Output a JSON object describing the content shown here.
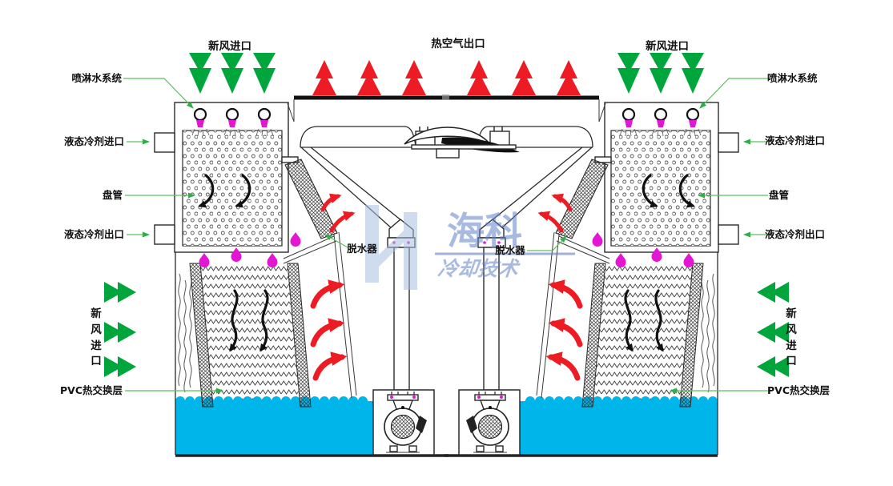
{
  "diagram_type": "evaporative-condenser-cooling-tower-schematic",
  "labels": {
    "top": {
      "fresh_air_inlet_left": "新风进口",
      "hot_air_outlet": "热空气出口",
      "fresh_air_inlet_right": "新风进口"
    },
    "left": {
      "spray_system": "喷淋水系统",
      "refrigerant_inlet": "液态冷剂进口",
      "coil": "盘管",
      "refrigerant_outlet": "液态冷剂出口",
      "air_inlet_chars": [
        "新",
        "风",
        "进",
        "口"
      ],
      "pvc_layer": "PVC热交换层"
    },
    "right": {
      "spray_system": "喷淋水系统",
      "refrigerant_inlet": "液态冷剂进口",
      "coil": "盘管",
      "refrigerant_outlet": "液态冷剂出口",
      "air_inlet_chars": [
        "新",
        "风",
        "进",
        "口"
      ],
      "pvc_layer": "PVC热交换层"
    },
    "center": {
      "drift_eliminator_left": "脱水器",
      "drift_eliminator_right": "脱水器"
    }
  },
  "watermark": {
    "logo_letter": "H",
    "brand": "海科",
    "tagline": "冷却技术"
  },
  "colors": {
    "hot_air_red": "#ED1B23",
    "fresh_air_green": "#00A63C",
    "leader_green": "#2FAE4A",
    "droplet_magenta": "#E316D4",
    "water_cyan": "#00B5EA",
    "watermark_blue": "#6283C8",
    "line_color": "#2A2A2A"
  }
}
